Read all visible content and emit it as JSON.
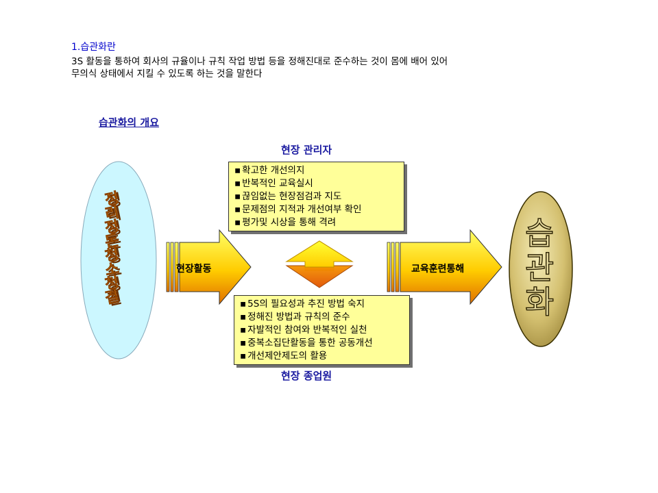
{
  "header": {
    "heading": "1.습관화란",
    "intro_line1": "3S 활동을 통하여 회사의 규율이나 규칙 작업 방법 등을 정해진대로 준수하는 것이 몸에 배어 있어",
    "intro_line2": "무의식 상태에서 지킬 수 있도록 하는 것을 말한다"
  },
  "diagram": {
    "title": "습관화의 개요",
    "left_oval_text": "정리정돈청소청결",
    "right_oval_text": "습관화",
    "role_top": "현장 관리자",
    "role_bottom": "현장 종업원",
    "arrow_left_label": "현장활동",
    "arrow_right_label": "교육훈련통해",
    "top_box_items": [
      "확고한 개선의지",
      "반복적인 교육실시",
      "끊임없는 현장점검과 지도",
      "문제점의 지적과 개선여부 확인",
      "평가및 시상을 통해 격려"
    ],
    "bottom_box_items": [
      "5S의 필요성과 추진 방법 숙지",
      "정해진 방법과 규칙의 준수",
      "자발적인 참여와 반복적인 실천",
      "중복소집단활동을 통한 공동개선",
      "개선제안제도의 활용"
    ],
    "colors": {
      "box_fill": "#ffff99",
      "arrow_fill": "#ffcc00",
      "title_blue": "#1a1aa0",
      "left_oval": "#ccf7ff",
      "right_oval": "#c8b460"
    }
  }
}
